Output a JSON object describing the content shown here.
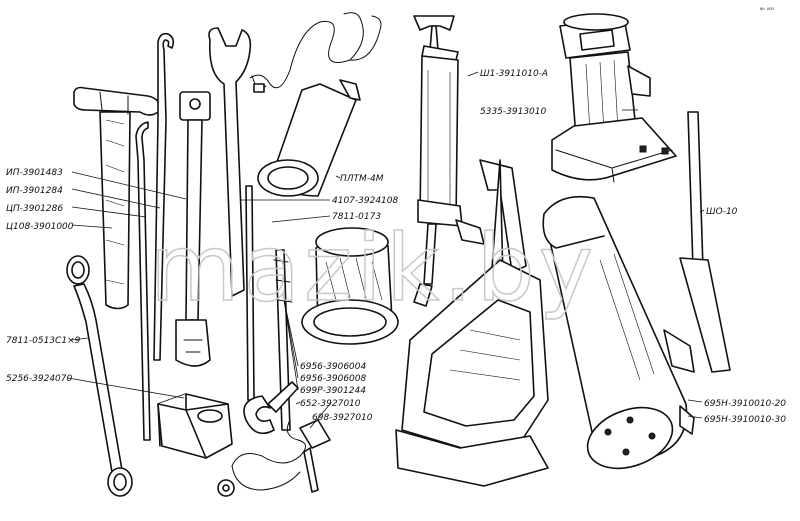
{
  "diagram": {
    "corner_mark": "⁸ʰ ⁰⁰⁰",
    "watermark": "mazik.by",
    "labels": [
      "ИП-3901483",
      "ИП-3901284",
      "ЦП-3901286",
      "Ц108-3901000",
      "7811-0513С1×9",
      "5256-3924070",
      "ПЛТМ-4М",
      "4107-3924108",
      "7811-0173",
      "6956-3906004",
      "6956-3906008",
      "699Р-3901244",
      "652-3927010",
      "698-3927010",
      "Ш1-3911010-А",
      "5335-3913010",
      "ШО-10",
      "695Н-3910010-20",
      "695Н-3910010-30"
    ]
  }
}
